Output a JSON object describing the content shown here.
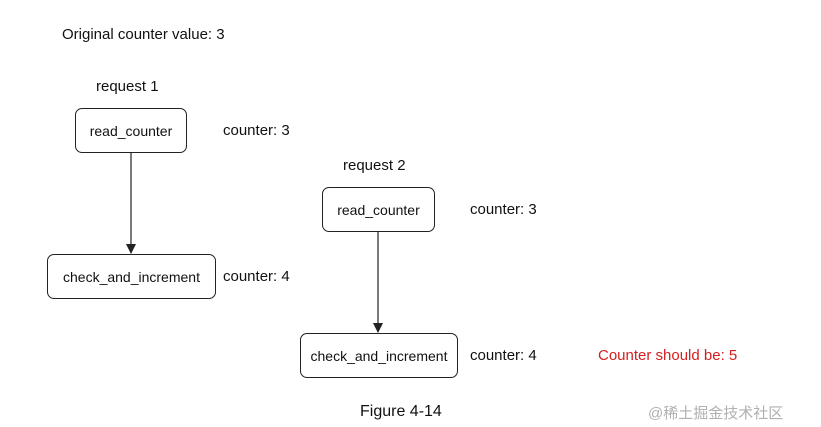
{
  "original_counter": "Original counter value: 3",
  "request1": {
    "title": "request 1",
    "read_node": "read_counter",
    "read_counter": "counter: 3",
    "increment_node": "check_and_increment",
    "increment_counter": "counter: 4"
  },
  "request2": {
    "title": "request 2",
    "read_node": "read_counter",
    "read_counter": "counter: 3",
    "increment_node": "check_and_increment",
    "increment_counter": "counter: 4"
  },
  "expected": "Counter should be: 5",
  "caption": "Figure 4-14",
  "watermark": "@稀土掘金技术社区",
  "colors": {
    "expected_text": "#d42020",
    "stroke": "#222222"
  }
}
